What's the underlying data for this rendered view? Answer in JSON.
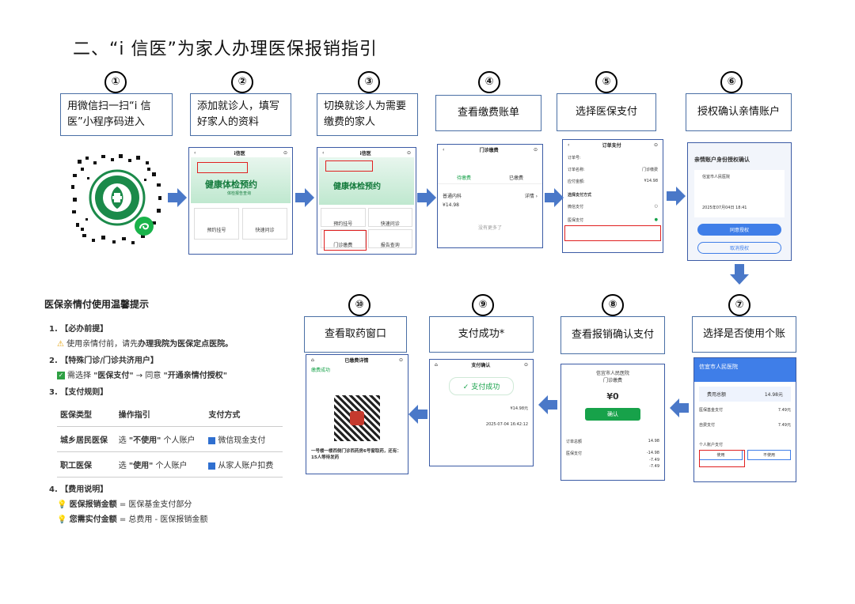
{
  "title": "二、“i 信医”为家人办理医保报销指引",
  "steps": [
    {
      "num": "①",
      "caption": "用微信扫一扫“i 信医”小程序码进入"
    },
    {
      "num": "②",
      "caption": "添加就诊人，填写好家人的资料"
    },
    {
      "num": "③",
      "caption": "切换就诊人为需要缴费的家人"
    },
    {
      "num": "④",
      "caption": "查看缴费账单"
    },
    {
      "num": "⑤",
      "caption": "选择医保支付"
    },
    {
      "num": "⑥",
      "caption": "授权确认亲情账户"
    },
    {
      "num": "⑦",
      "caption": "选择是否使用个账"
    },
    {
      "num": "⑧",
      "caption": "查看报销确认支付"
    },
    {
      "num": "⑨",
      "caption": "支付成功*"
    },
    {
      "num": "⑩",
      "caption": "查看取药窗口"
    }
  ],
  "shots": {
    "s2": {
      "app": "i信医",
      "banner": "健康体检预约",
      "sub": "体检报告查询",
      "b1": "预约挂号",
      "b2": "快速问诊"
    },
    "s3": {
      "app": "i信医",
      "banner": "健康体检预约",
      "b1": "预约挂号",
      "b2": "快速问诊",
      "b3": "门诊缴费",
      "b4": "报告查询"
    },
    "s4": {
      "app": "门诊缴费",
      "tab1": "待缴费",
      "tab2": "已缴费",
      "dept": "普通内科",
      "amount": "¥14.98",
      "detail": "详情 ›",
      "more": "没有更多了"
    },
    "s5": {
      "app": "订单支付",
      "order": "订单号:",
      "name": "订单名称:",
      "name_val": "门诊缴费",
      "pay": "应付金额:",
      "pay_val": "¥14.98",
      "method": "选择支付方式",
      "wx": "微信支付",
      "yb": "医保支付"
    },
    "s6": {
      "app": "亲情账户身份授权确认",
      "hosp": "信宜市人民医院",
      "date": "2025年07月04日 18:41",
      "btn1": "同意授权",
      "btn2": "取消授权"
    },
    "s7": {
      "app": "信宜市人民医院",
      "total": "费用总额",
      "total_val": "14.98元",
      "fund": "医保基金支付",
      "fund_val": "7.49元",
      "self": "自费支付",
      "self_val": "7.49元",
      "use": "使用",
      "nouse": "不使用",
      "acct": "个人账户支付"
    },
    "s8": {
      "hosp": "信宜市人民医院",
      "type": "门诊缴费",
      "amount": "¥0",
      "btn": "确认",
      "total": "订单总额",
      "total_val": "14.98",
      "yb": "医保支付",
      "yb_val": "-14.98",
      "v1": "-7.49",
      "v2": "-7.49"
    },
    "s9": {
      "app": "支付确认",
      "ok": "支付成功",
      "amt": "¥14.98元",
      "time": "2025-07-04 16:42:12"
    },
    "s10": {
      "app": "已缴费详情",
      "status": "缴费成功",
      "window": "一号楼一楼西侧门诊西药房6号窗取药，还有：15人等待发药"
    }
  },
  "tips": {
    "title": "医保亲情付使用温馨提示",
    "s1": "1. 【必办前提】",
    "s1_line_a": "使用亲情付前，请先",
    "s1_line_b": "办理我院为医保定点医院。",
    "s2": "2. 【特殊门诊/门诊共济用户】",
    "s2_line_a": "需选择 ",
    "s2_line_b": "\"医保支付\"",
    "s2_line_c": " → 同意 ",
    "s2_line_d": "\"开通亲情付授权\"",
    "s3": "3. 【支付规则】",
    "th": [
      "医保类型",
      "操作指引",
      "支付方式"
    ],
    "rows": [
      {
        "type": "城乡居民医保",
        "op_a": "选 ",
        "op_b": "\"不使用\"",
        "op_c": " 个人账户",
        "pay": "微信现金支付"
      },
      {
        "type": "职工医保",
        "op_a": "选 ",
        "op_b": "\"使用\"",
        "op_c": " 个人账户",
        "pay": "从家人账户扣费"
      }
    ],
    "s4": "4. 【费用说明】",
    "f1_a": "医保报销金额",
    "f1_b": " = 医保基金支付部分",
    "f2_a": "您需实付金额",
    "f2_b": " = 总费用 - 医保报销金额"
  }
}
